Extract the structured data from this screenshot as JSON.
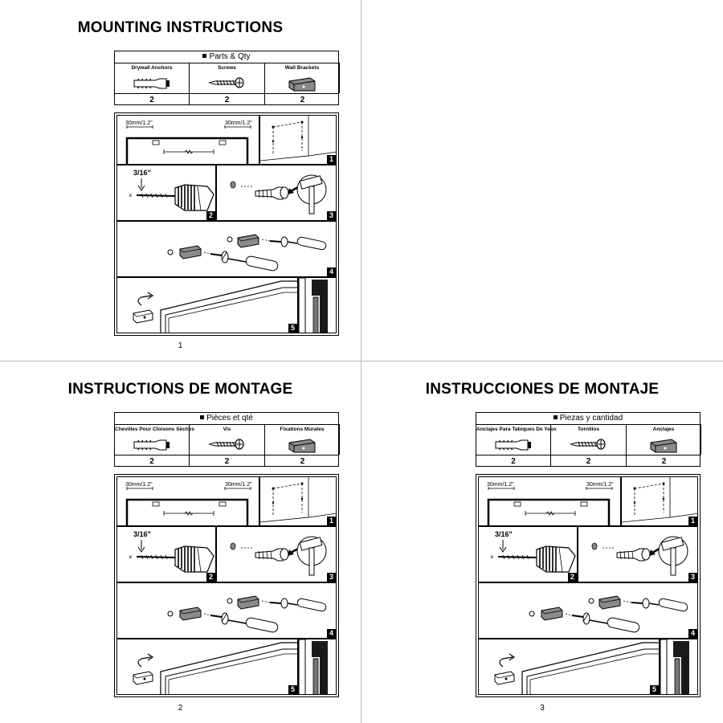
{
  "pages": [
    {
      "title": "MOUNTING INSTRUCTIONS",
      "parts_header": "Parts & Qty",
      "parts": [
        {
          "label": "Drywall Anchors",
          "icon": "drywall-anchor-icon",
          "qty": "2"
        },
        {
          "label": "Screws",
          "icon": "screw-icon",
          "qty": "2"
        },
        {
          "label": "Wall Brackets",
          "icon": "wall-bracket-icon",
          "qty": "2"
        }
      ],
      "page_number": "1"
    },
    {
      "title": "INSTRUCTIONS DE MONTAGE",
      "parts_header": "Pièces et qté",
      "parts": [
        {
          "label": "Chevilles Pour Cloisons Sèches",
          "icon": "drywall-anchor-icon",
          "qty": "2"
        },
        {
          "label": "Vis",
          "icon": "screw-icon",
          "qty": "2"
        },
        {
          "label": "Fixations Murales",
          "icon": "wall-bracket-icon",
          "qty": "2"
        }
      ],
      "page_number": "2"
    },
    {
      "title": "INSTRUCCIONES DE MONTAJE",
      "parts_header": "Piezas y cantidad",
      "parts": [
        {
          "label": "Anclajes Para Tabiques De Yeso",
          "icon": "drywall-anchor-icon",
          "qty": "2"
        },
        {
          "label": "Tornillos",
          "icon": "screw-icon",
          "qty": "2"
        },
        {
          "label": "Anclajes",
          "icon": "wall-bracket-icon",
          "qty": "2"
        }
      ],
      "page_number": "3"
    }
  ],
  "diagram": {
    "spacing_left": "30mm/1.2\"",
    "spacing_right": "30mm/1.2\"",
    "drill_size": "3/16\"",
    "step_numbers": [
      "1",
      "2",
      "3",
      "4",
      "5"
    ]
  },
  "colors": {
    "ink": "#000000",
    "bracket_fill": "#8a8a8a",
    "frame_gray": "#d6d6d6"
  }
}
